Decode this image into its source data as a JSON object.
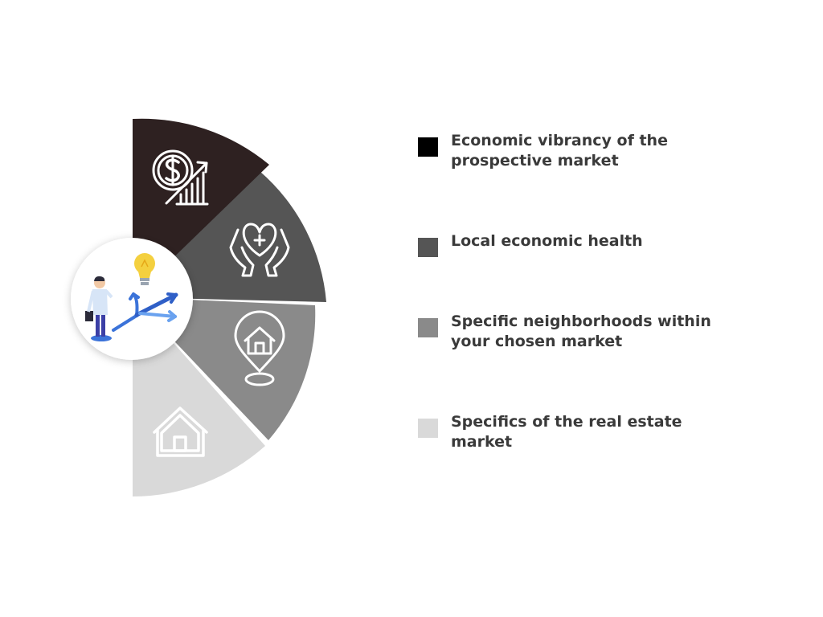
{
  "segments": [
    {
      "label": "Economic vibrancy of the prospective market",
      "color": "#2e2121",
      "swatch_color": "#000000",
      "icon": "dollar-growth-chart-icon"
    },
    {
      "label": "Local economic health",
      "color": "#555555",
      "swatch_color": "#555555",
      "icon": "heart-care-hands-icon"
    },
    {
      "label": "Specific neighborhoods within your chosen market",
      "color": "#8a8a8a",
      "swatch_color": "#8a8a8a",
      "icon": "house-location-pin-icon"
    },
    {
      "label": "Specifics of the real estate market",
      "color": "#d9d9d9",
      "swatch_color": "#d9d9d9",
      "icon": "house-outline-icon"
    }
  ],
  "center": {
    "illustration": "businessman-decision-arrows-lightbulb-icon"
  }
}
